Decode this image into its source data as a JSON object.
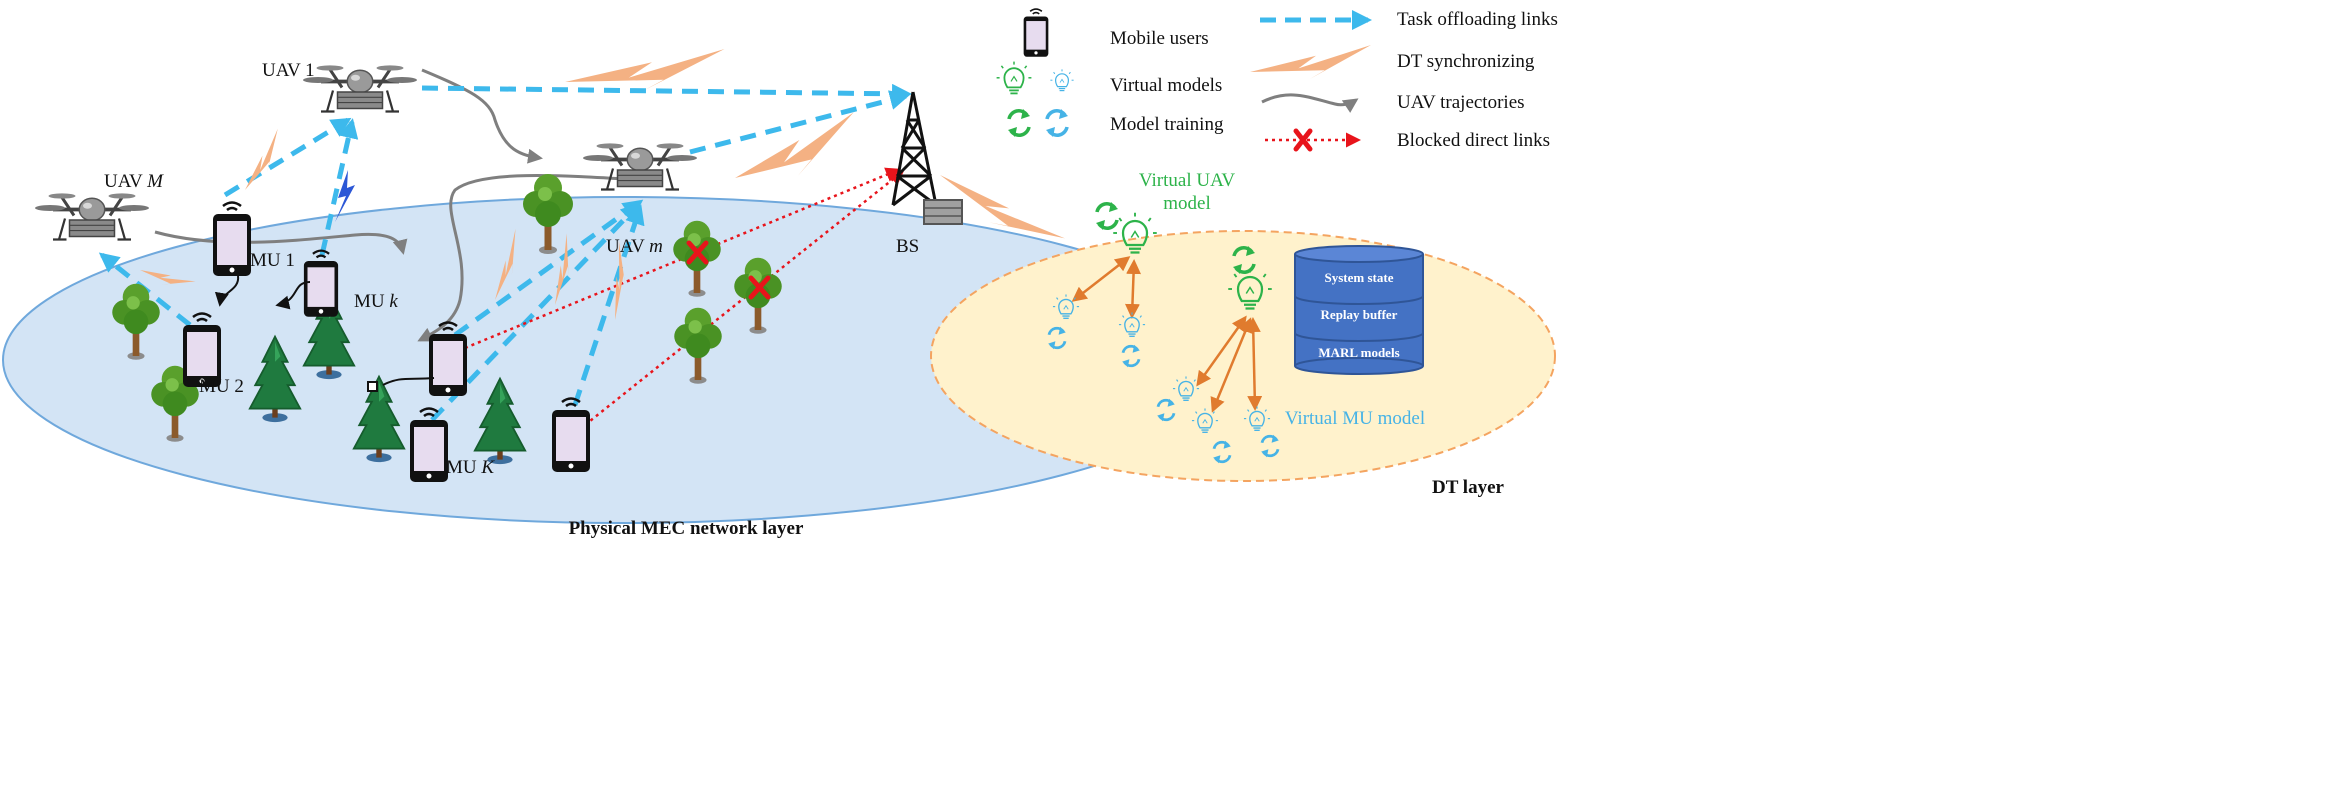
{
  "title": "",
  "layers": {
    "physical": "Physical MEC network layer",
    "dt": "DT layer"
  },
  "nodes": {
    "uav_1": "UAV 1",
    "uav_M_prefix": "UAV ",
    "uav_M_var": "M",
    "uav_m_prefix": "UAV ",
    "uav_m_var": "m",
    "mu_1": "MU 1",
    "mu_2": "MU 2",
    "mu_k_prefix": "MU ",
    "mu_k_var": "k",
    "mu_K_prefix": "MU ",
    "mu_K_var": "K",
    "bs": "BS"
  },
  "legend": {
    "mobile_users": "Mobile users",
    "virtual_models": "Virtual models",
    "model_training": "Model training",
    "task_offloading": "Task offloading links",
    "dt_sync": "DT synchronizing",
    "uav_trajectories": "UAV trajectories",
    "blocked_links": "Blocked direct links"
  },
  "dt": {
    "virtual_uav_line1": "Virtual UAV",
    "virtual_uav_line2": "model",
    "virtual_mu": "Virtual MU model",
    "db_rows": [
      "System state",
      "Replay buffer",
      "MARL models"
    ]
  },
  "colors": {
    "offload": "#3db9ec",
    "sync": "#f4b183",
    "trajectory": "#7f7f7f",
    "blocked": "#e8141b",
    "ellipse_fill": "#d3e4f5",
    "ellipse_stroke": "#6fa8dc",
    "dt_fill": "#fff2cc",
    "dt_stroke": "#f4a460",
    "green": "#2db34a",
    "blue_icon": "#46b3e6",
    "db": "#4472c4"
  }
}
